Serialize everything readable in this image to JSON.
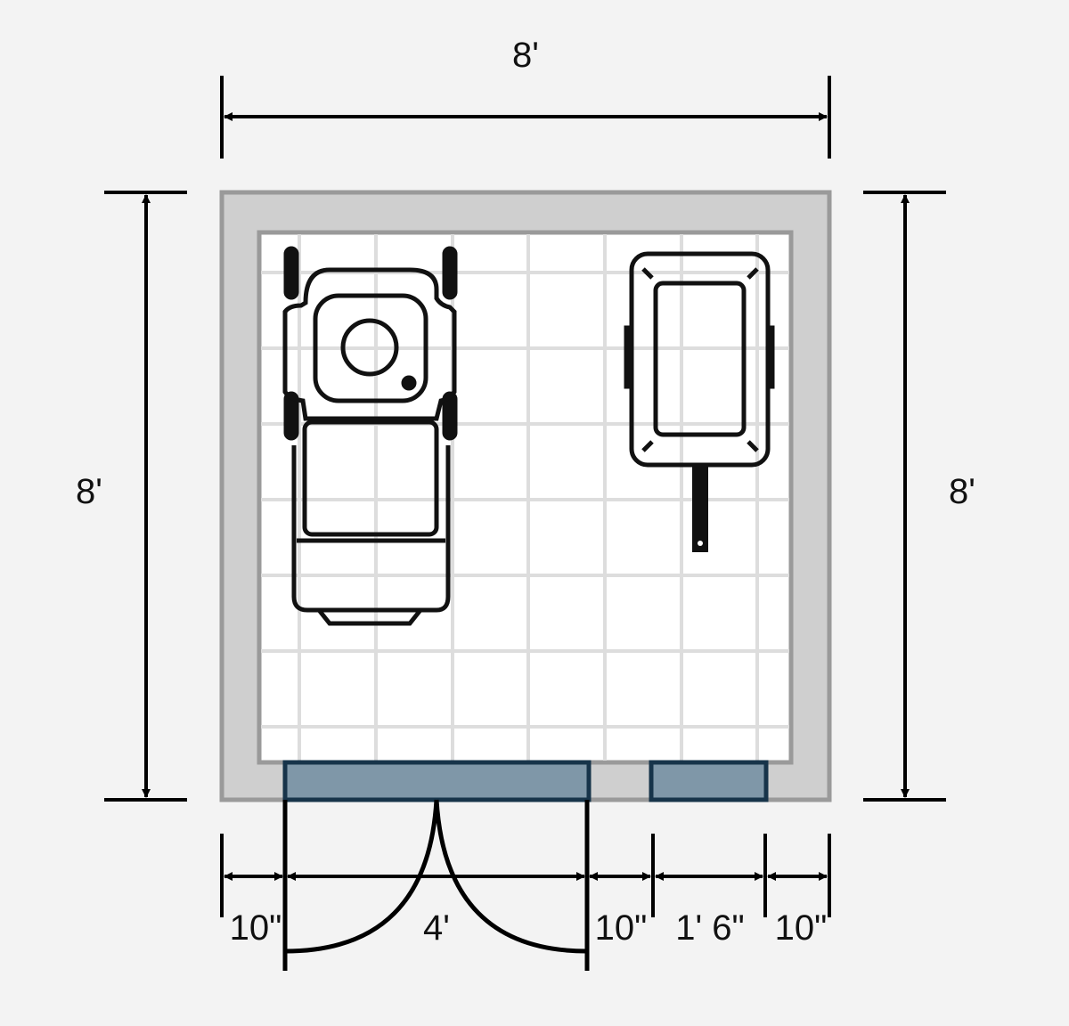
{
  "dimensions": {
    "top_width": "8'",
    "left_height": "8'",
    "right_height": "8'",
    "bottom": [
      "10\"",
      "4'",
      "10\"",
      "1' 6\"",
      "10\""
    ]
  },
  "colors": {
    "background": "#f3f3f3",
    "wall": "#cfcfcf",
    "wall_border": "#9a9a9a",
    "floor": "#ffffff",
    "grid": "#dddddd",
    "door_fill": "#7f97a8",
    "door_border": "#17344a",
    "ink": "#000000"
  },
  "objects": [
    "riding-mower",
    "garden-cart"
  ]
}
